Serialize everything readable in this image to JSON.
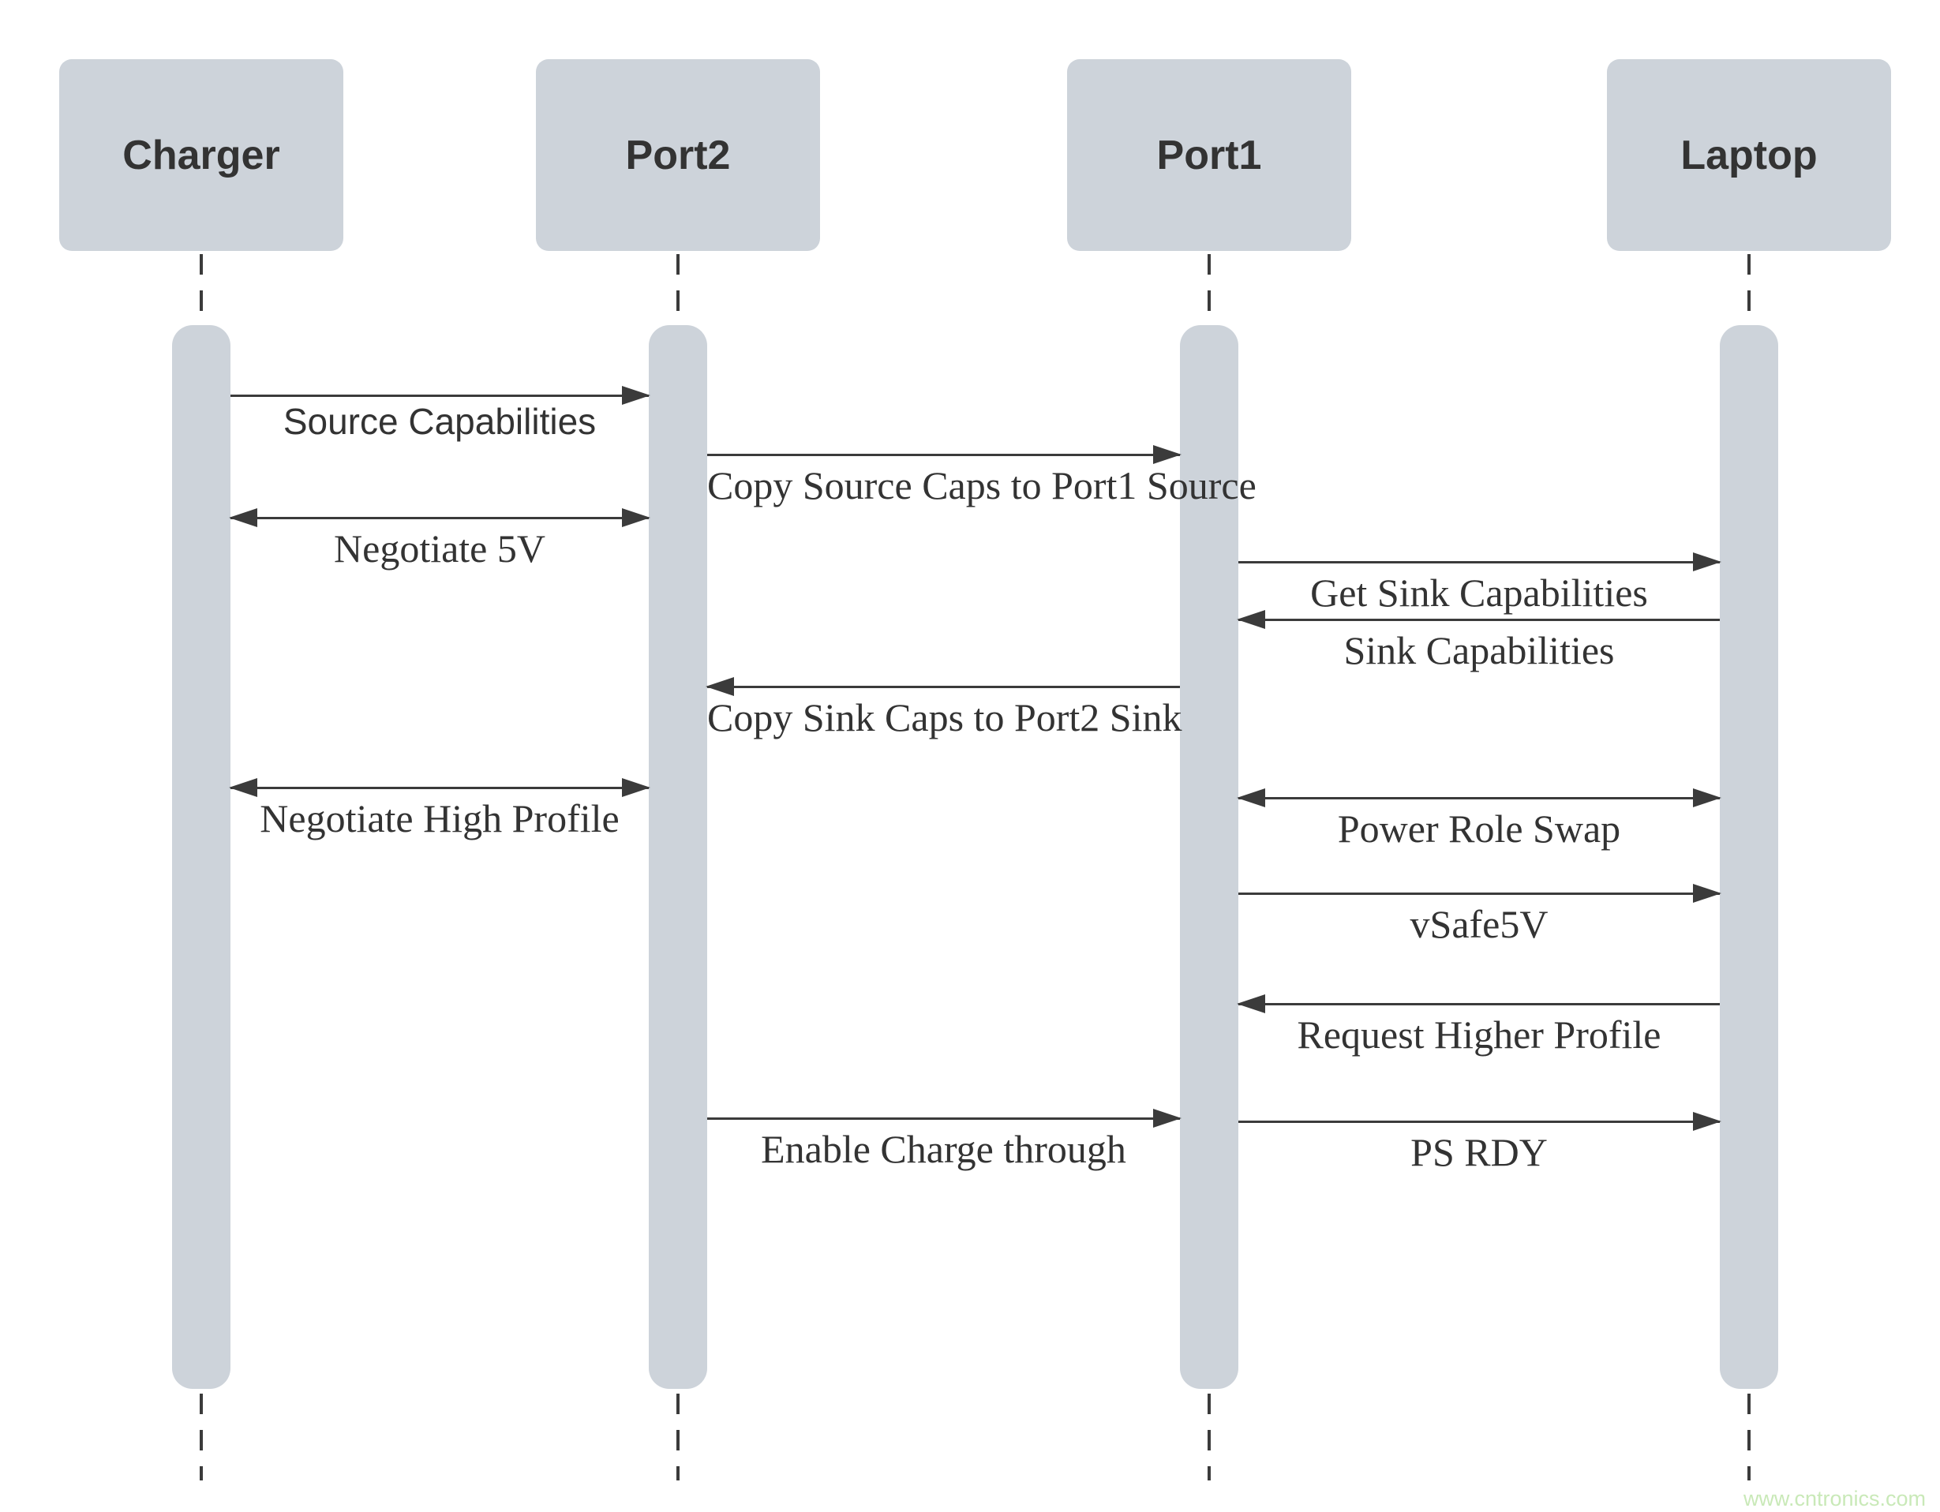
{
  "diagram_type": "sequence-diagram",
  "actors": [
    {
      "name": "Charger"
    },
    {
      "name": "Port2"
    },
    {
      "name": "Port1"
    },
    {
      "name": "Laptop"
    }
  ],
  "messages": [
    {
      "label": "Source Capabilities",
      "from": "Charger",
      "to": "Port2",
      "direction": "right"
    },
    {
      "label": "Copy Source Caps to Port1 Source",
      "from": "Port2",
      "to": "Port1",
      "direction": "right"
    },
    {
      "label": "Negotiate 5V",
      "from": "Charger",
      "to": "Port2",
      "direction": "both"
    },
    {
      "label": "Get Sink Capabilities",
      "from": "Port1",
      "to": "Laptop",
      "direction": "right"
    },
    {
      "label": "Sink Capabilities",
      "from": "Laptop",
      "to": "Port1",
      "direction": "left"
    },
    {
      "label": "Copy Sink Caps to Port2 Sink",
      "from": "Port1",
      "to": "Port2",
      "direction": "left"
    },
    {
      "label": "Negotiate High Profile",
      "from": "Charger",
      "to": "Port2",
      "direction": "both"
    },
    {
      "label": "Power Role Swap",
      "from": "Port1",
      "to": "Laptop",
      "direction": "both"
    },
    {
      "label": "vSafe5V",
      "from": "Port1",
      "to": "Laptop",
      "direction": "right"
    },
    {
      "label": "Request Higher Profile",
      "from": "Laptop",
      "to": "Port1",
      "direction": "left"
    },
    {
      "label": "Enable Charge through",
      "from": "Port2",
      "to": "Port1",
      "direction": "right"
    },
    {
      "label": "PS RDY",
      "from": "Port1",
      "to": "Laptop",
      "direction": "right"
    }
  ],
  "watermark": {
    "text": "www.cntronics.com"
  },
  "palette": {
    "actor_fill": "#CDD3DA",
    "arrow": "#3B3B3B",
    "text": "#333333",
    "watermark": "#C9E9B8",
    "background": "#FFFFFF"
  }
}
